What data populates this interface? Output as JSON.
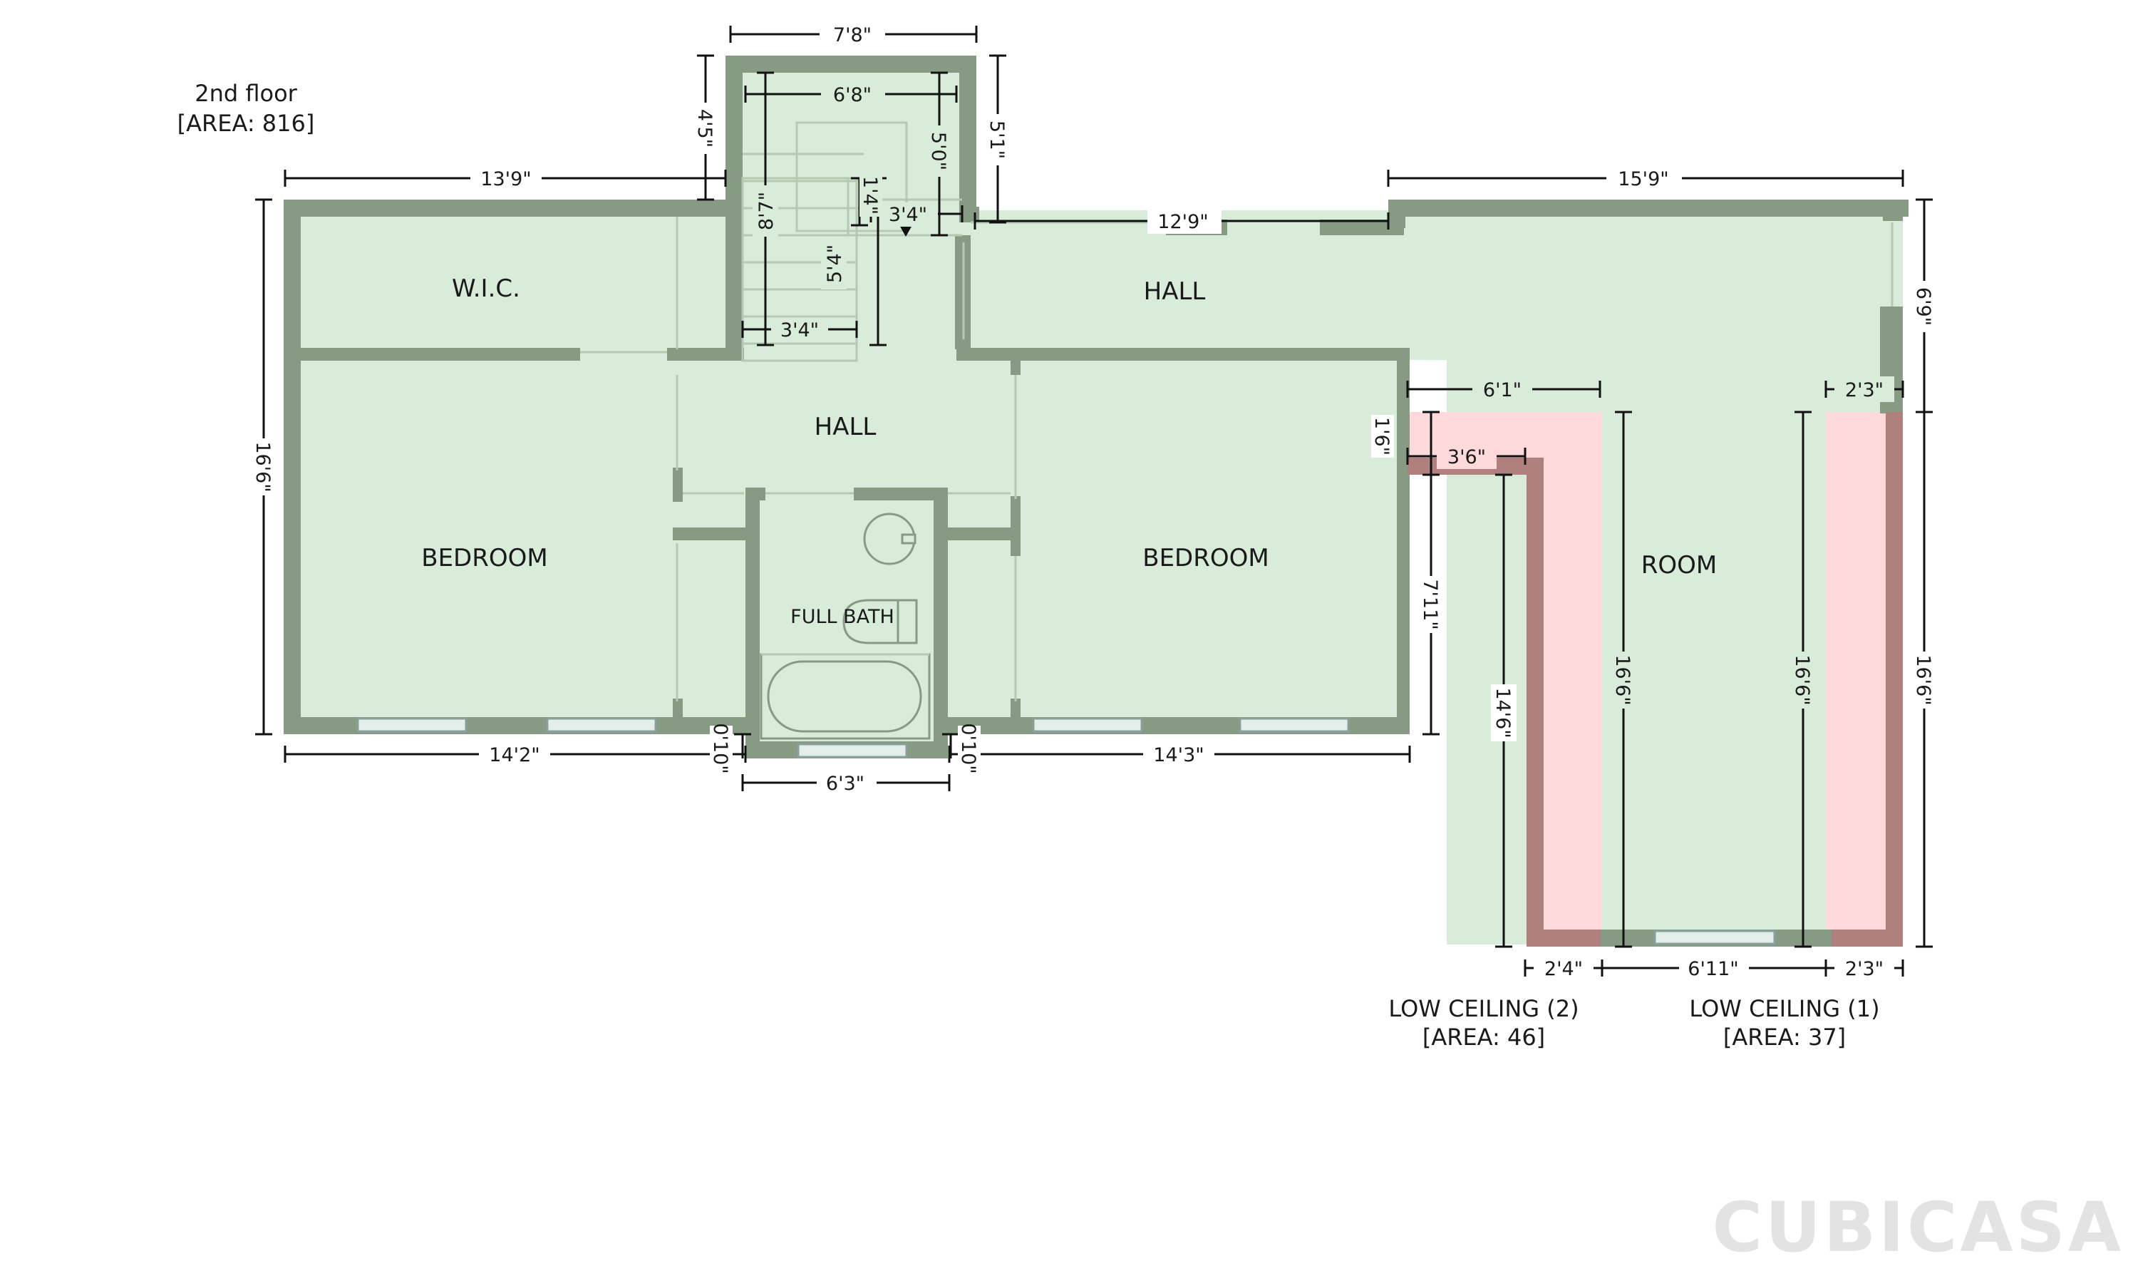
{
  "floor": {
    "name": "2nd floor",
    "area": "[AREA: 816]"
  },
  "rooms": {
    "wic": "W.I.C.",
    "hall_upper": "HALL",
    "hall_center": "HALL",
    "bedroom_left": "BEDROOM",
    "bedroom_right": "BEDROOM",
    "full_bath": "FULL BATH",
    "room": "ROOM"
  },
  "low_ceilings": [
    {
      "name": "LOW CEILING (2)",
      "area": "[AREA: 46]"
    },
    {
      "name": "LOW CEILING (1)",
      "area": "[AREA: 37]"
    }
  ],
  "dimensions": {
    "stair_top": "7'8\"",
    "stair_inner": "6'8\"",
    "stair_left_vert": "4'5\"",
    "stair_right_vert": "5'1\"",
    "stair_inner_vert": "5'0\"",
    "wic_top": "13'9\"",
    "hall_top": "12'9\"",
    "room_top": "15'9\"",
    "stair_8_7": "8'7\"",
    "stair_1_4": "1'4\"",
    "stair_3_4_top": "3'4\"",
    "stair_5_4": "5'4\"",
    "stair_3_4_bottom": "3'4\"",
    "left_height": "16'6\"",
    "right_height": "16'6\"",
    "right_upper": "6'9\"",
    "bottom_left": "14'2\"",
    "bath_left_small": "0'10\"",
    "bath_bottom": "6'3\"",
    "bath_right_small": "0'10\"",
    "bottom_bedroom_right": "14'3\"",
    "lc2_top": "6'1\"",
    "lc2_inner": "3'6\"",
    "lc2_small_vert": "1'6\"",
    "lc2_mid_vert": "7'11\"",
    "lc2_long_vert": "14'6\"",
    "room_left_vert": "16'6\"",
    "room_right_vert": "16'6\"",
    "lc1_top": "2'3\"",
    "bottom_lc2": "2'4\"",
    "bottom_room": "6'11\"",
    "bottom_lc1": "2'3\""
  },
  "logo": "CUBICASA",
  "colors": {
    "floor": "#d9ecd9",
    "wall": "#879a83",
    "low_ceiling": "#fdd9db",
    "low_ceiling_wall": "#b0807f"
  }
}
